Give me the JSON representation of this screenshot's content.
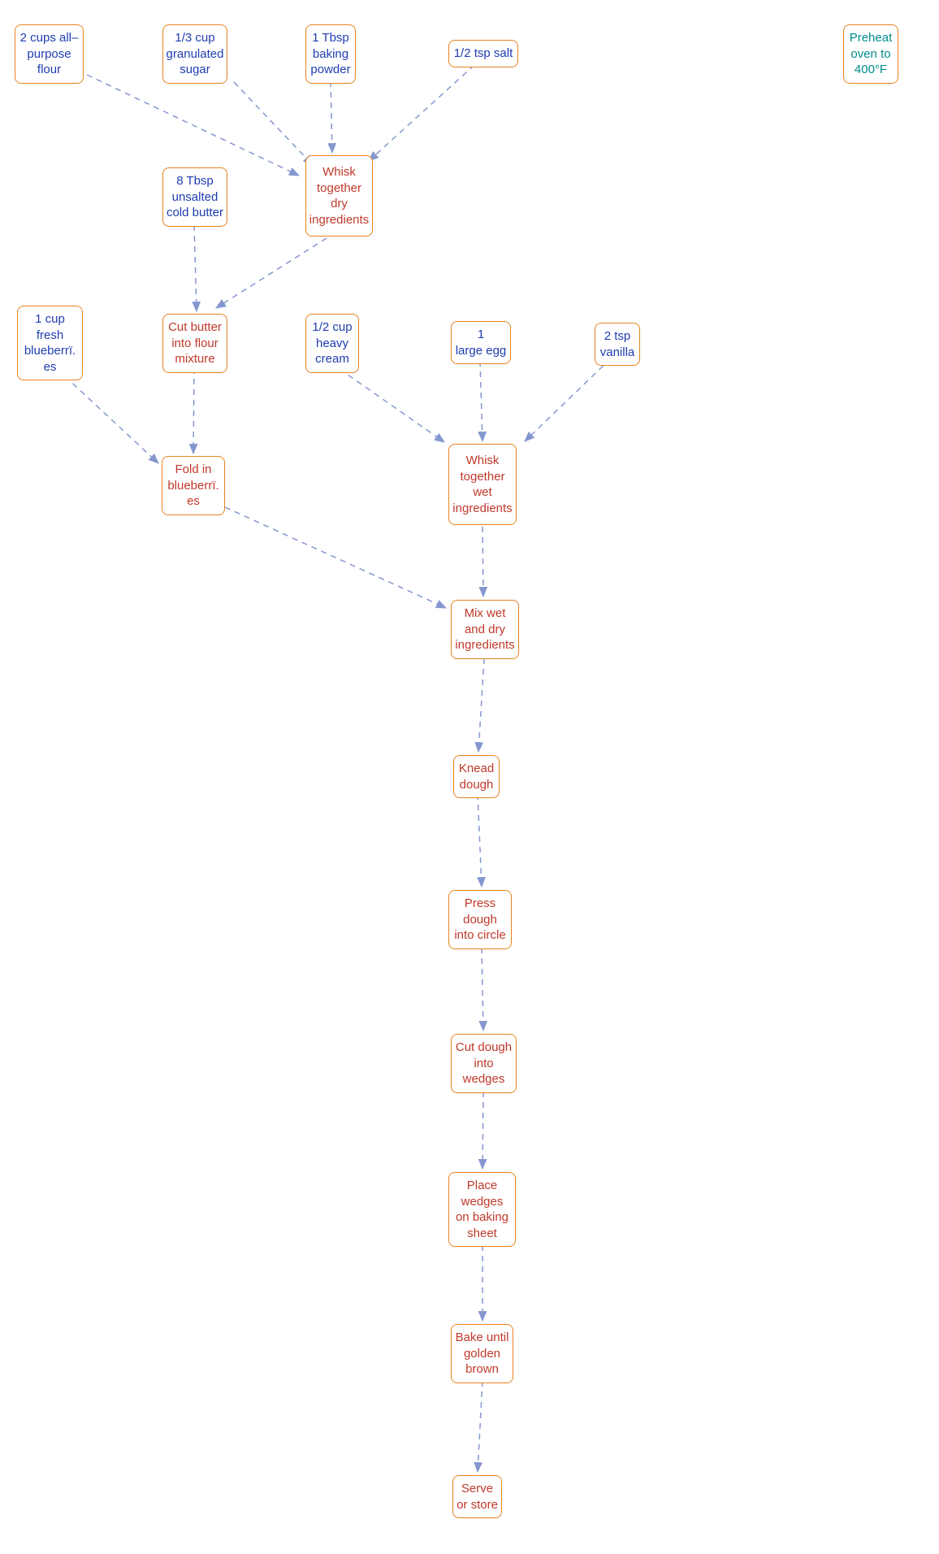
{
  "colors": {
    "node_border": "#e8831d",
    "ingredient_text": "#1f3db0",
    "action_text": "#c0392b",
    "note_text": "#008b8b",
    "edge": "#8497cf",
    "background": "#ffffff"
  },
  "nodes": {
    "flour": {
      "kind": "ingredient",
      "text": "2 cups all–\npurpose\nflour"
    },
    "sugar": {
      "kind": "ingredient",
      "text": "1/3 cup\ngranulated\nsugar"
    },
    "baking_powder": {
      "kind": "ingredient",
      "text": "1 Tbsp\nbaking\npowder"
    },
    "salt": {
      "kind": "ingredient",
      "text": "1/2 tsp salt"
    },
    "preheat": {
      "kind": "note",
      "text": "Preheat\noven to\n400°F"
    },
    "butter": {
      "kind": "ingredient",
      "text": "8 Tbsp\nunsalted\ncold butter"
    },
    "whisk_dry": {
      "kind": "action",
      "text": "Whisk\ntogether\ndry\ningredients"
    },
    "blueberries": {
      "kind": "ingredient",
      "text": "1 cup\nfresh\nblueberrï.\nes"
    },
    "cut_butter": {
      "kind": "action",
      "text": "Cut butter\ninto flour\nmixture"
    },
    "cream": {
      "kind": "ingredient",
      "text": "1/2 cup\nheavy\ncream"
    },
    "egg": {
      "kind": "ingredient",
      "text": "1\nlarge egg"
    },
    "vanilla": {
      "kind": "ingredient",
      "text": "2 tsp\nvanilla"
    },
    "fold_in": {
      "kind": "action",
      "text": "Fold in\nblueberrï.\nes"
    },
    "whisk_wet": {
      "kind": "action",
      "text": "Whisk\ntogether\nwet\ningredients"
    },
    "mix": {
      "kind": "action",
      "text": "Mix wet\nand dry\ningredients"
    },
    "knead": {
      "kind": "action",
      "text": "Knead\ndough"
    },
    "press": {
      "kind": "action",
      "text": "Press\ndough\ninto circle"
    },
    "cut_wedges": {
      "kind": "action",
      "text": "Cut dough\ninto\nwedges"
    },
    "place_wedges": {
      "kind": "action",
      "text": "Place\nwedges\non baking\nsheet"
    },
    "bake": {
      "kind": "action",
      "text": "Bake until\ngolden\nbrown"
    },
    "serve": {
      "kind": "action",
      "text": "Serve\nor store"
    }
  },
  "edges": [
    {
      "from": "flour",
      "to": "whisk_dry"
    },
    {
      "from": "sugar",
      "to": "whisk_dry"
    },
    {
      "from": "baking_powder",
      "to": "whisk_dry"
    },
    {
      "from": "salt",
      "to": "whisk_dry"
    },
    {
      "from": "butter",
      "to": "cut_butter"
    },
    {
      "from": "whisk_dry",
      "to": "cut_butter"
    },
    {
      "from": "blueberries",
      "to": "fold_in"
    },
    {
      "from": "cut_butter",
      "to": "fold_in"
    },
    {
      "from": "cream",
      "to": "whisk_wet"
    },
    {
      "from": "egg",
      "to": "whisk_wet"
    },
    {
      "from": "vanilla",
      "to": "whisk_wet"
    },
    {
      "from": "fold_in",
      "to": "mix"
    },
    {
      "from": "whisk_wet",
      "to": "mix"
    },
    {
      "from": "mix",
      "to": "knead"
    },
    {
      "from": "knead",
      "to": "press"
    },
    {
      "from": "press",
      "to": "cut_wedges"
    },
    {
      "from": "cut_wedges",
      "to": "place_wedges"
    },
    {
      "from": "place_wedges",
      "to": "bake"
    },
    {
      "from": "bake",
      "to": "serve"
    }
  ]
}
